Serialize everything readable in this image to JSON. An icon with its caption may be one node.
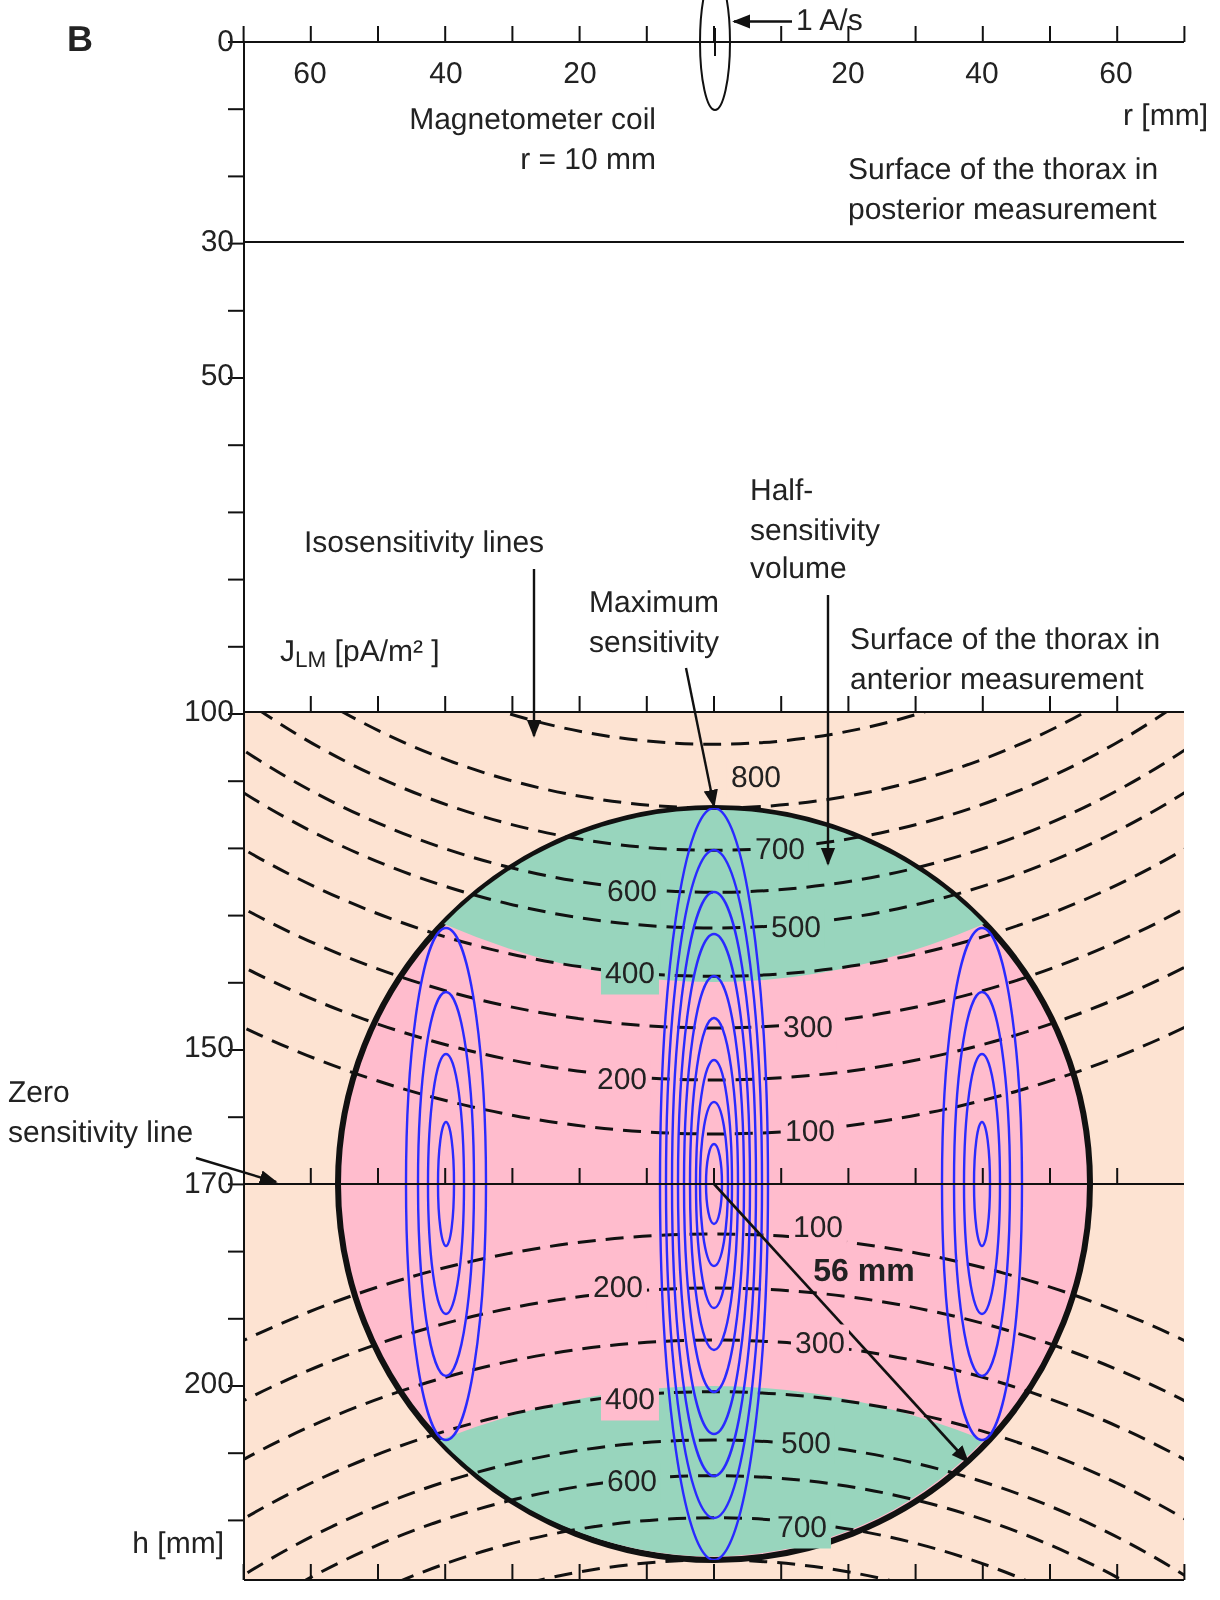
{
  "diagram": {
    "nodes": [
      {
        "text": [
          "Isosensitivity lines"
        ]
      },
      {
        "text": [
          "Half-sensitivity volume"
        ]
      },
      {
        "text": [
          "Maximum sensitivity"
        ]
      },
      {
        "text": [
          "Zero sensitivity line"
        ]
      },
      {
        "text": [
          "1 A/s"
        ]
      },
      {
        "text": [],
        "shape": "ellipse"
      },
      {
        "text": [],
        "shape": "circle"
      },
      {
        "text": [],
        "shape": "cap",
        "in": 6
      },
      {
        "text": [],
        "shape": "cap",
        "in": 6
      },
      {
        "text": [],
        "shape": "line"
      }
    ],
    "edges": [
      {
        "from": 0,
        "to": null,
        "arrow": "to"
      },
      {
        "from": 1,
        "to": 7,
        "arrow": "to"
      },
      {
        "from": 2,
        "to": 6,
        "arrow": "to"
      },
      {
        "from": 3,
        "to": 9,
        "arrow": "to"
      },
      {
        "from": 4,
        "to": 5,
        "arrow": "to"
      }
    ],
    "labels": [
      "B",
      "0",
      "30",
      "50",
      "100",
      "150",
      "170",
      "200",
      "h [mm]",
      "60",
      "40",
      "20",
      "20",
      "40",
      "60",
      "r [mm]",
      "Magnetometer coil r = 10 mm",
      "Surface of the thorax in posterior measurement",
      "J$_{LM}$ [pA/m² ]",
      "Surface of the thorax in anterior measurement",
      "800",
      "700",
      "600",
      "500",
      "400",
      "300",
      "200",
      "100",
      "100",
      "200",
      "300",
      "400",
      "500",
      "600",
      "700",
      "56 mm"
    ]
  }
}
